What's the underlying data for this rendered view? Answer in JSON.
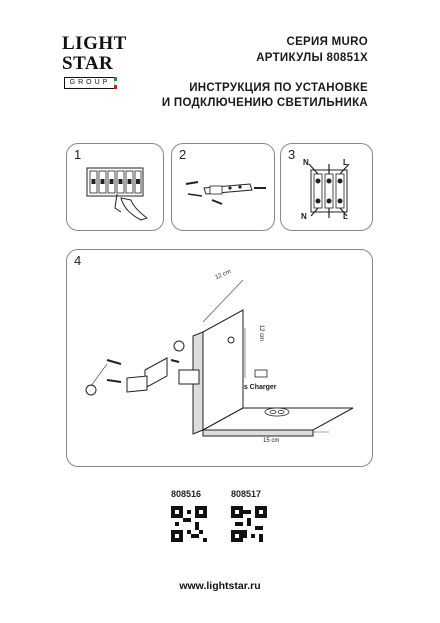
{
  "logo": {
    "line1": "LIGHT",
    "line2": "STAR",
    "line3": "GROUP"
  },
  "header": {
    "series": "СЕРИЯ MURO",
    "articles": "АРТИКУЛЫ 80851X",
    "title_line1": "ИНСТРУКЦИЯ ПО УСТАНОВКЕ",
    "title_line2": "И ПОДКЛЮЧЕНИЮ СВЕТИЛЬНИКА"
  },
  "steps": [
    {
      "number": "1"
    },
    {
      "number": "2"
    },
    {
      "number": "3",
      "labels": {
        "n_top": "N",
        "l_top": "L",
        "n_bottom": "N",
        "l_bottom": "L"
      }
    },
    {
      "number": "4",
      "labels": {
        "depth": "12 cm",
        "height": "12 cm",
        "width": "15 cm",
        "charger": "Wireless Charger"
      }
    }
  ],
  "articles": [
    {
      "code": "808516"
    },
    {
      "code": "808517"
    }
  ],
  "footer": {
    "website": "www.lightstar.ru"
  },
  "colors": {
    "flag_green": "#2e8b3a",
    "flag_white": "#ffffff",
    "flag_red": "#c8202a"
  }
}
